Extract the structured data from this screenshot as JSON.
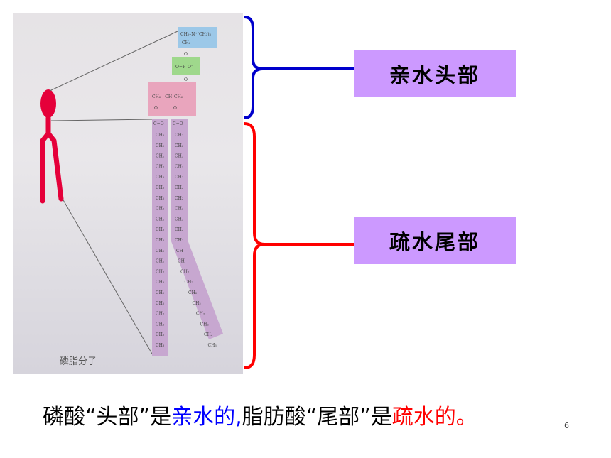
{
  "image": {
    "caption": "磷脂分子",
    "chem_top": "CH₂–N⁺(CH₃)₃",
    "chem_ch2": "CH₂",
    "chem_o": "O",
    "chem_phosphate": "O=P–O⁻",
    "chem_glycerol": "CH₂—CH–CH₂",
    "chem_co": "C=O",
    "chem_chain_unit": "CH₂",
    "chem_ch": "CH",
    "chem_ch3": "CH₃"
  },
  "labels": {
    "hydrophilic_head": "亲水头部",
    "hydrophobic_tail": "疏水尾部"
  },
  "colors": {
    "head_bracket": "#0000cc",
    "tail_bracket": "#ff0000",
    "label_bg": "#cc99ff"
  },
  "bottom_text": {
    "part1": "磷酸“头部”是",
    "part2": "亲水的,",
    "part3": "脂肪酸“尾部”是",
    "part4": "疏水的。"
  },
  "slide_number": "6"
}
